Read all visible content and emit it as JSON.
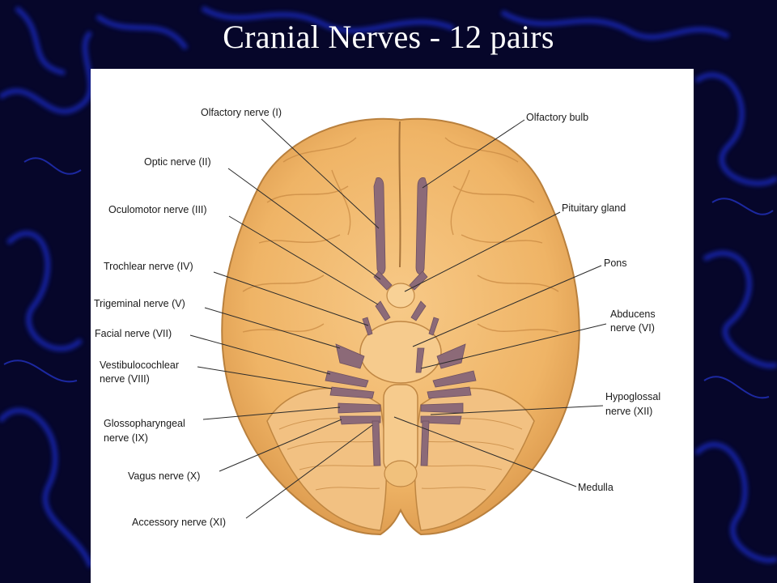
{
  "slide": {
    "title": "Cranial Nerves - 12 pairs",
    "colors": {
      "background": "#06062a",
      "background_glow": "#1f2fd6",
      "panel": "#ffffff",
      "brain": "#f0b86a",
      "nerve": "#8c6a78"
    }
  },
  "diagram": {
    "labels_left": {
      "olfactory": "Olfactory nerve (I)",
      "optic": "Optic nerve (II)",
      "oculomotor": "Oculomotor nerve (III)",
      "trochlear": "Trochlear nerve (IV)",
      "trigeminal": "Trigeminal nerve (V)",
      "facial": "Facial nerve (VII)",
      "vestibulo_1": "Vestibulocochlear",
      "vestibulo_2": "nerve (VIII)",
      "glosso_1": "Glossopharyngeal",
      "glosso_2": "nerve (IX)",
      "vagus": "Vagus nerve (X)",
      "accessory": "Accessory nerve (XI)"
    },
    "labels_right": {
      "olfactory_bulb": "Olfactory bulb",
      "pituitary": "Pituitary gland",
      "pons": "Pons",
      "abducens_1": "Abducens",
      "abducens_2": "nerve (VI)",
      "hypoglossal_1": "Hypoglossal",
      "hypoglossal_2": "nerve (XII)",
      "medulla": "Medulla"
    }
  }
}
